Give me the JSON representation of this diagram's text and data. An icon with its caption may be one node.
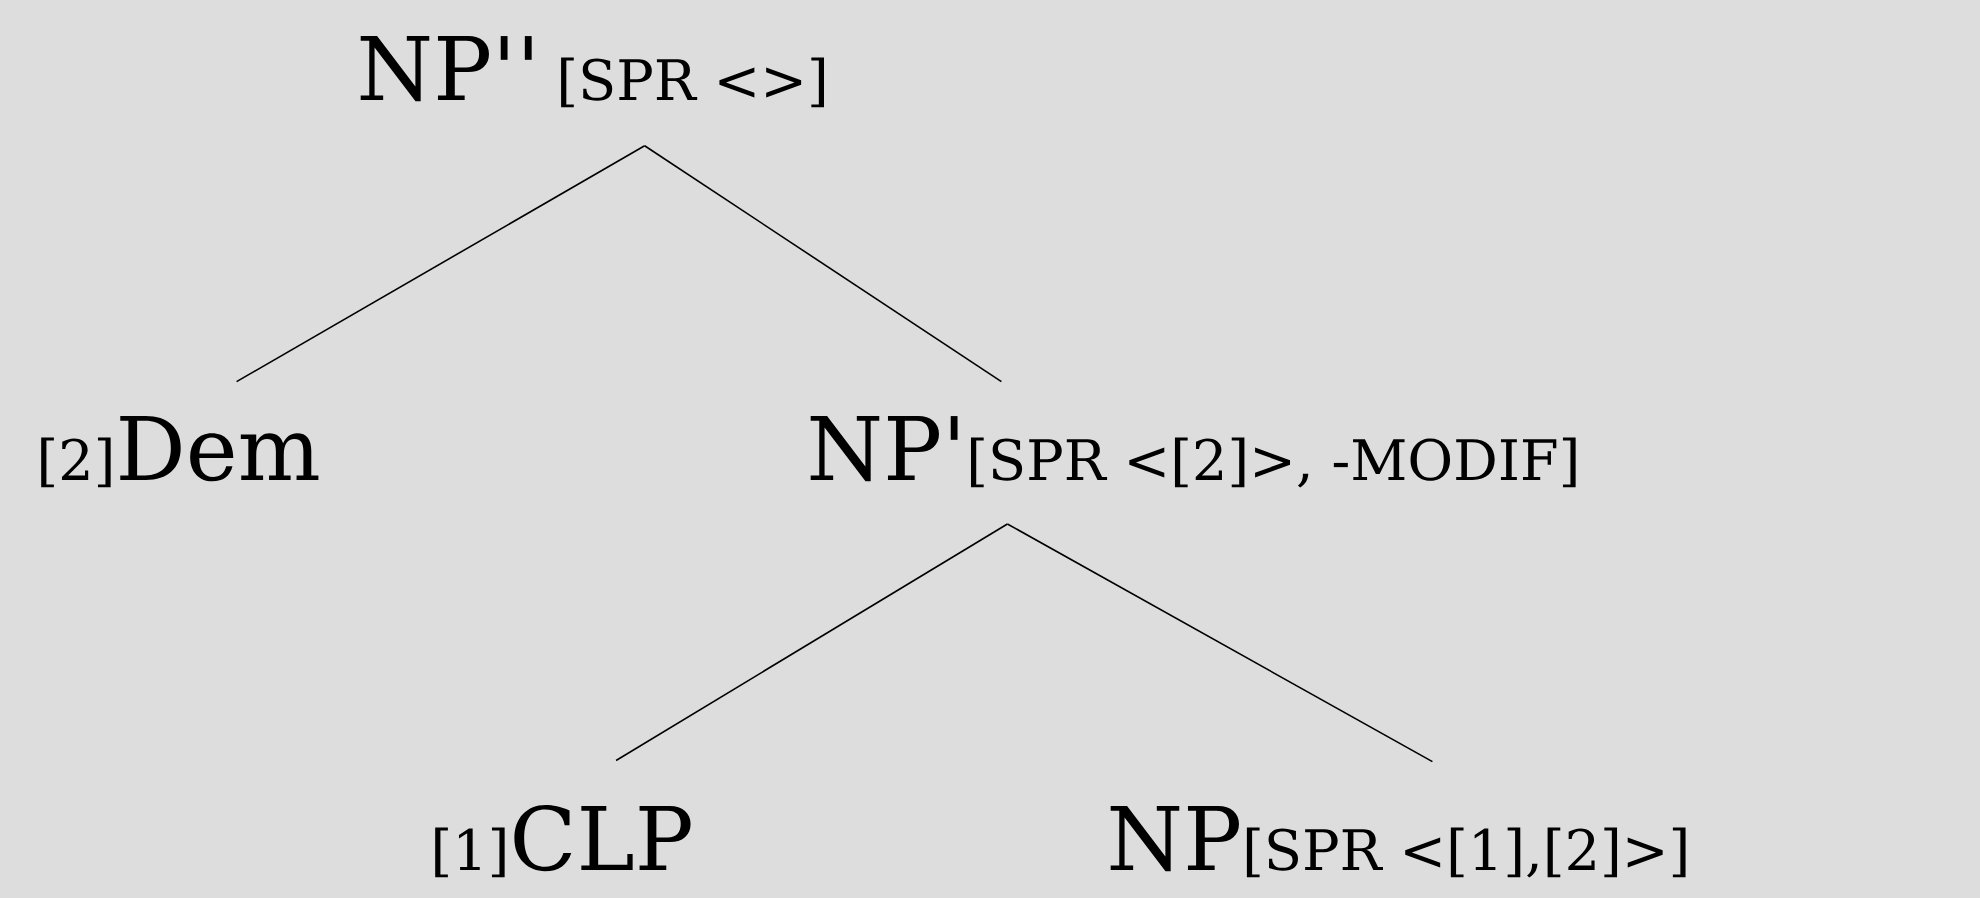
{
  "diagram": {
    "nodes": [
      {
        "text": [
          "NP''",
          "[SPR <>]"
        ]
      },
      {
        "text": [
          "[2]",
          "Dem"
        ]
      },
      {
        "text": [
          "NP'",
          "[SPR <[2]>, -MODIF]"
        ]
      },
      {
        "text": [
          "[1]",
          "CLP"
        ]
      },
      {
        "text": [
          "NP",
          "[SPR <[1],[2]>]"
        ]
      }
    ],
    "edges": [
      {
        "from": 0,
        "to": 1,
        "arrow": "none"
      },
      {
        "from": 0,
        "to": 2,
        "arrow": "none"
      },
      {
        "from": 2,
        "to": 3,
        "arrow": "none"
      },
      {
        "from": 2,
        "to": 4,
        "arrow": "none"
      }
    ]
  }
}
